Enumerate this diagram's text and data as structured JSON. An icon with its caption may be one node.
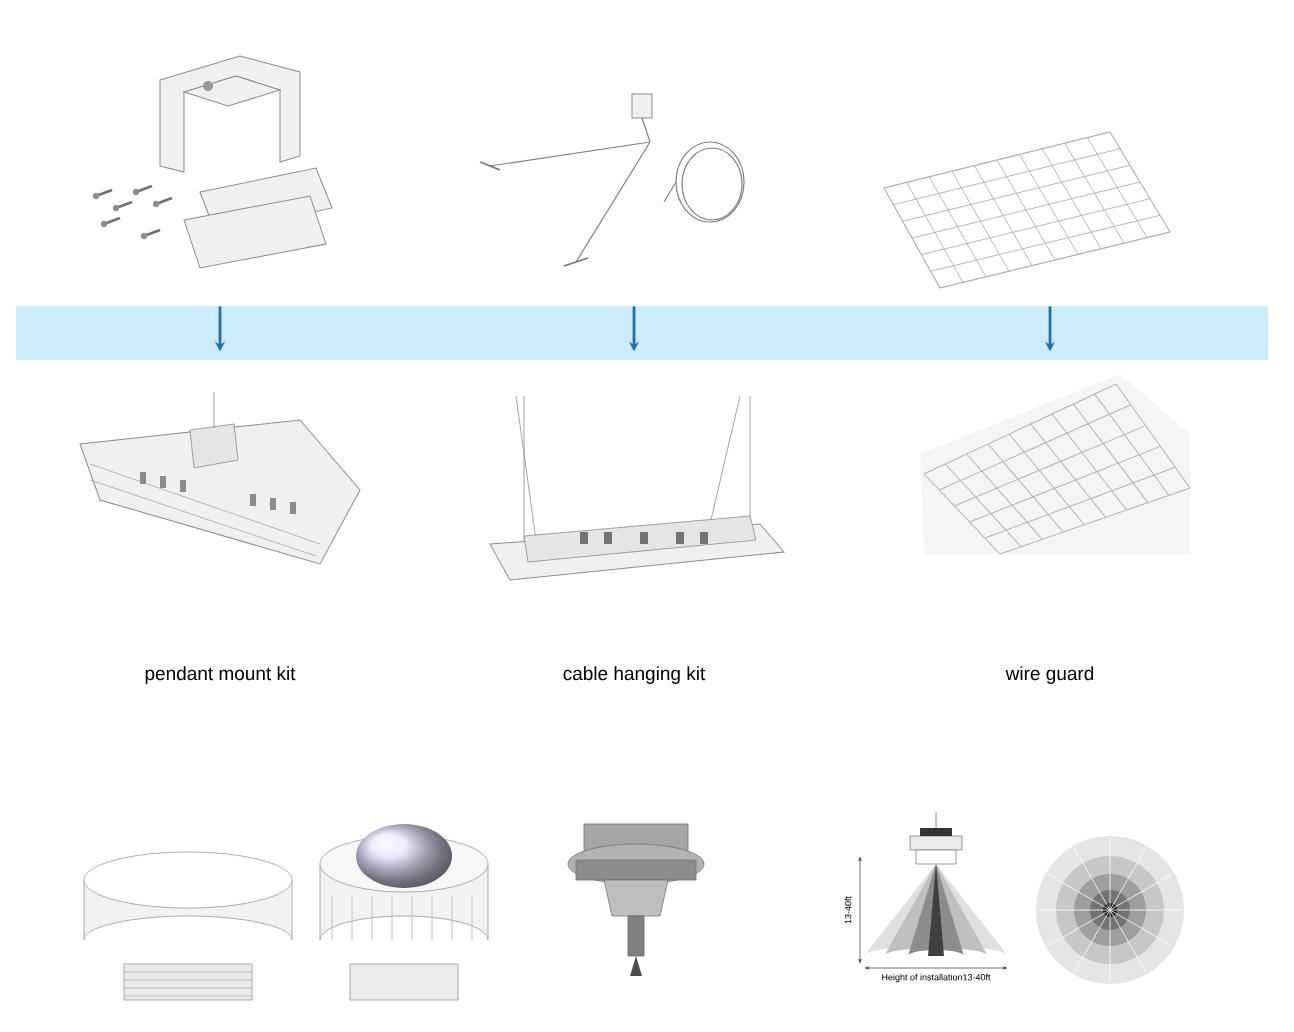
{
  "diagram": {
    "nodes": [
      {
        "text": [],
        "shape": "picture"
      },
      {
        "text": [],
        "shape": "picture"
      },
      {
        "text": [],
        "shape": "picture"
      },
      {
        "text": [],
        "shape": "picture"
      },
      {
        "text": [],
        "shape": "picture"
      },
      {
        "text": [],
        "shape": "picture"
      }
    ],
    "edges": [
      {
        "from": 0,
        "to": 3,
        "arrow": "to",
        "color": "#1f6fb5"
      },
      {
        "from": 1,
        "to": 4,
        "arrow": "to",
        "color": "#1f6fb5"
      },
      {
        "from": 2,
        "to": 5,
        "arrow": "to",
        "color": "#1f6fb5"
      }
    ],
    "labels": [
      "pendant mount kit",
      "cable hanging kit",
      "wire guard",
      "13-40ft",
      "Height of installation13-40ft"
    ]
  }
}
